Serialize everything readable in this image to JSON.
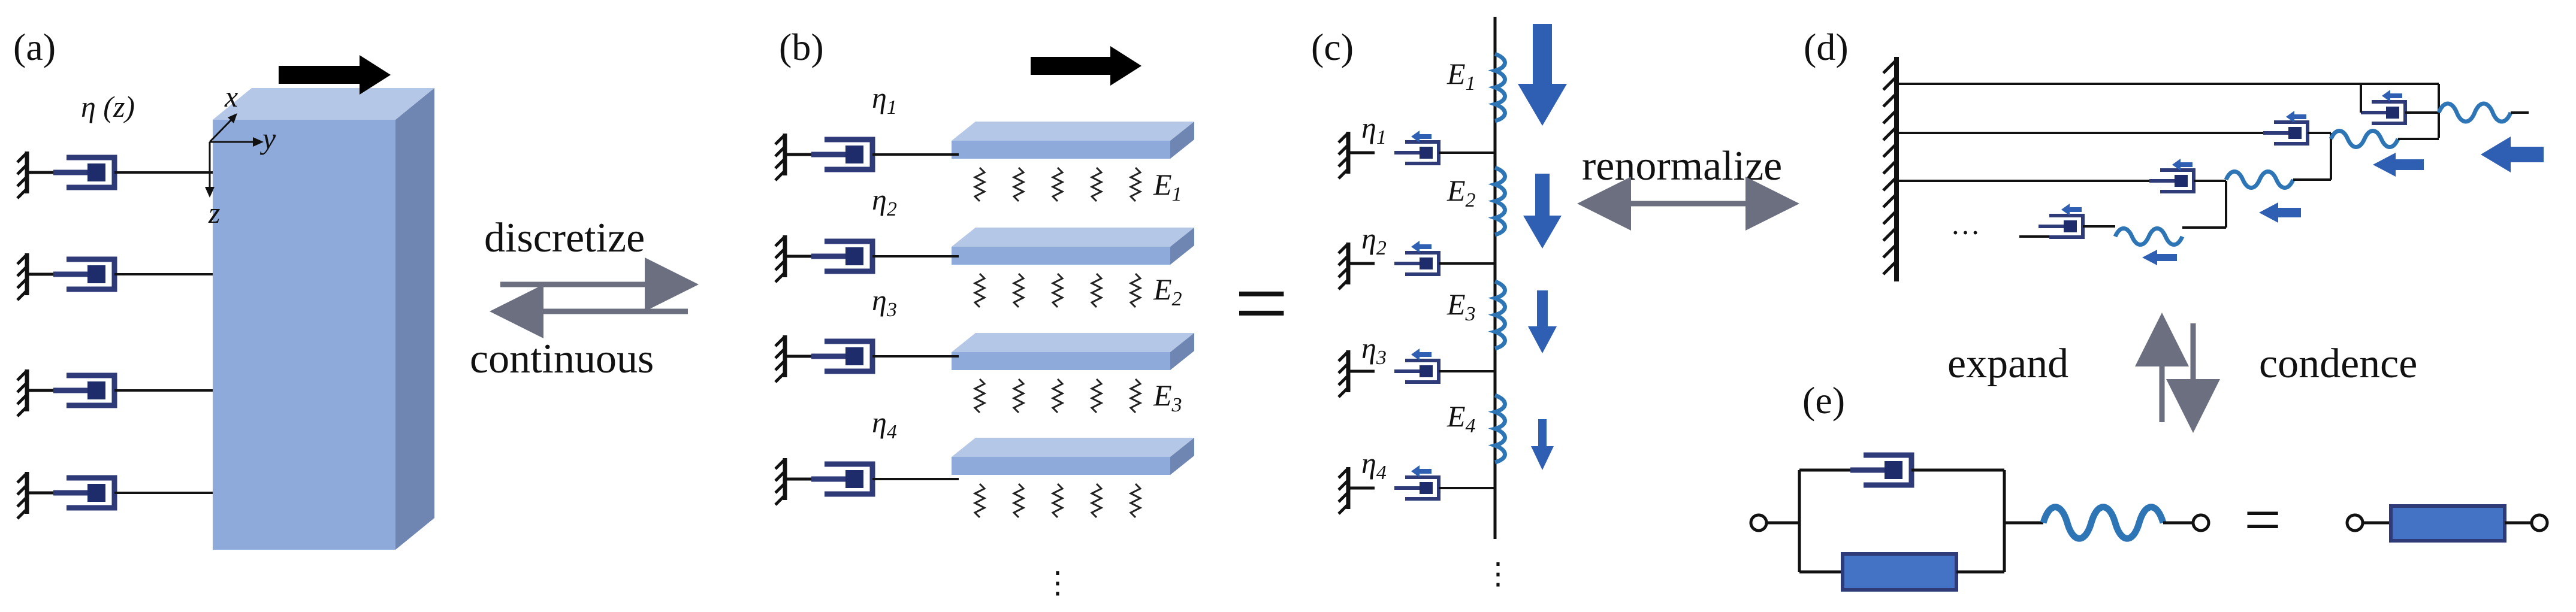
{
  "labels": {
    "panel_a": "(a)",
    "panel_b": "(b)",
    "panel_c": "(c)",
    "panel_d": "(d)",
    "panel_e": "(e)",
    "eta_z": "η (z)",
    "axis_x": "x",
    "axis_y": "y",
    "axis_z": "z",
    "eta_sym": "η",
    "E_sym": "E",
    "sub_1": "1",
    "sub_2": "2",
    "sub_3": "3",
    "sub_4": "4",
    "discretize": "discretize",
    "continuous": "continuous",
    "equals": "=",
    "renormalize": "renormalize",
    "expand": "expand",
    "condence": "condence",
    "ellipsis": "···",
    "vdots": "⋮"
  },
  "colors": {
    "block_front": "#8eaadb",
    "block_side": "#6f86b3",
    "block_top": "#b4c7e7",
    "dashpot": "#2f3a78",
    "dashpot_fill": "#1f2c6b",
    "spring_blue": "#2e75b6",
    "arrow_blue": "#2f5fb3",
    "arrow_grey": "#6b6f80",
    "element_box": "#4472c4"
  }
}
